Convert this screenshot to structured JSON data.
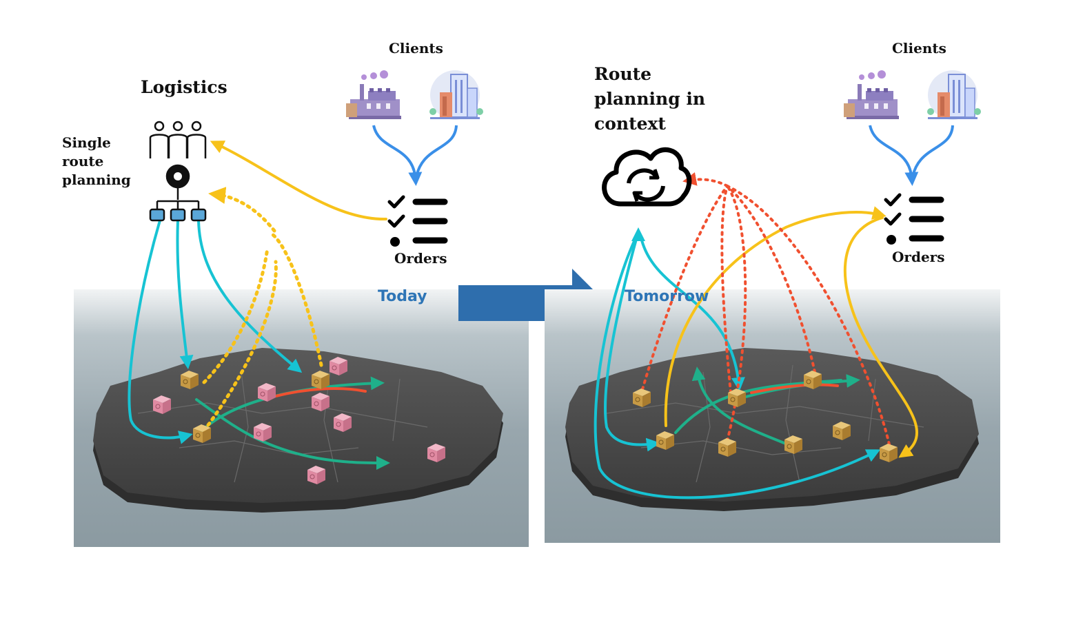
{
  "labels": {
    "logistics": "Logistics",
    "single_route_planning": "Single route planning",
    "clients_left": "Clients",
    "orders_left": "Orders",
    "today": "Today",
    "tomorrow": "Tomorrow",
    "route_planning_in_context": "Route planning in context",
    "clients_right": "Clients",
    "orders_right": "Orders"
  },
  "colors": {
    "cyan_route": "#17c3d3",
    "teal_route": "#1fb08a",
    "yellow_flow": "#f7c21a",
    "red_flow": "#f05030",
    "blue_flow": "#3a8fe8",
    "arrow_blue": "#2e6ead",
    "map_dark": "#4a4a4a",
    "box_gold": "#d4a84e",
    "box_pink": "#e79bb0"
  },
  "icons": [
    "team-gear-icon",
    "factory-icon",
    "office-building-icon",
    "checklist-icon",
    "cloud-sync-icon",
    "parcel-box-icon",
    "right-arrow-icon"
  ]
}
